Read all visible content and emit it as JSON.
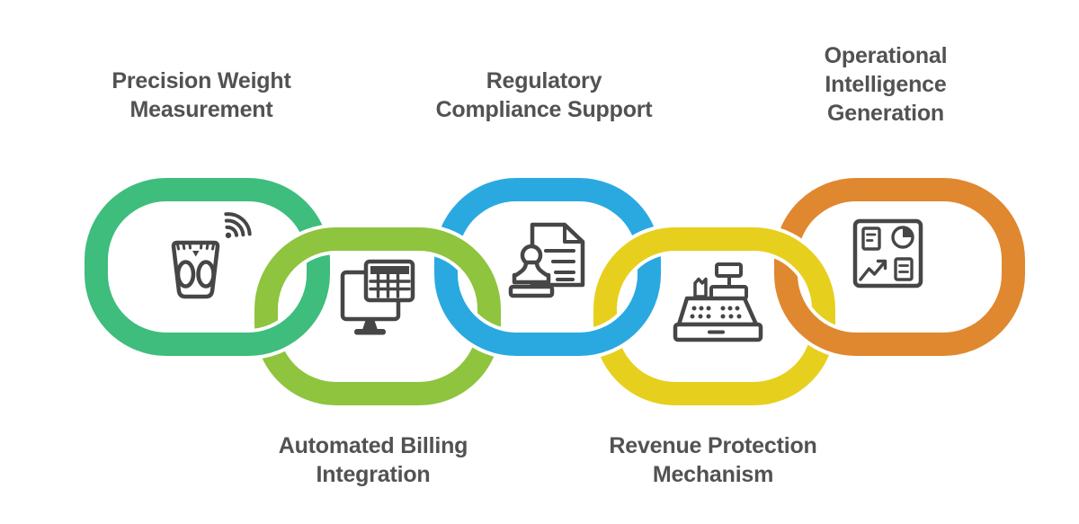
{
  "diagram": {
    "type": "interlocking-chain-infographic",
    "background": "#ffffff",
    "label_text_color": "#525252",
    "icon_stroke_color": "#464646"
  },
  "links": [
    {
      "id": "precision-weight-measurement",
      "label": "Precision Weight\nMeasurement",
      "label_position": "top",
      "color": "#3ebd7d",
      "icon": "smart-scale-wireless-icon"
    },
    {
      "id": "automated-billing-integration",
      "label": "Automated Billing\nIntegration",
      "label_position": "bottom",
      "color": "#8fc43e",
      "icon": "monitor-spreadsheet-icon"
    },
    {
      "id": "regulatory-compliance-support",
      "label": "Regulatory\nCompliance Support",
      "label_position": "top",
      "color": "#2aa9e1",
      "icon": "stamp-document-icon"
    },
    {
      "id": "revenue-protection-mechanism",
      "label": "Revenue Protection\nMechanism",
      "label_position": "bottom",
      "color": "#e7cf1d",
      "icon": "cash-register-icon"
    },
    {
      "id": "operational-intelligence-generation",
      "label": "Operational\nIntelligence\nGeneration",
      "label_position": "top",
      "color": "#e0882f",
      "icon": "dashboard-report-icon"
    }
  ]
}
